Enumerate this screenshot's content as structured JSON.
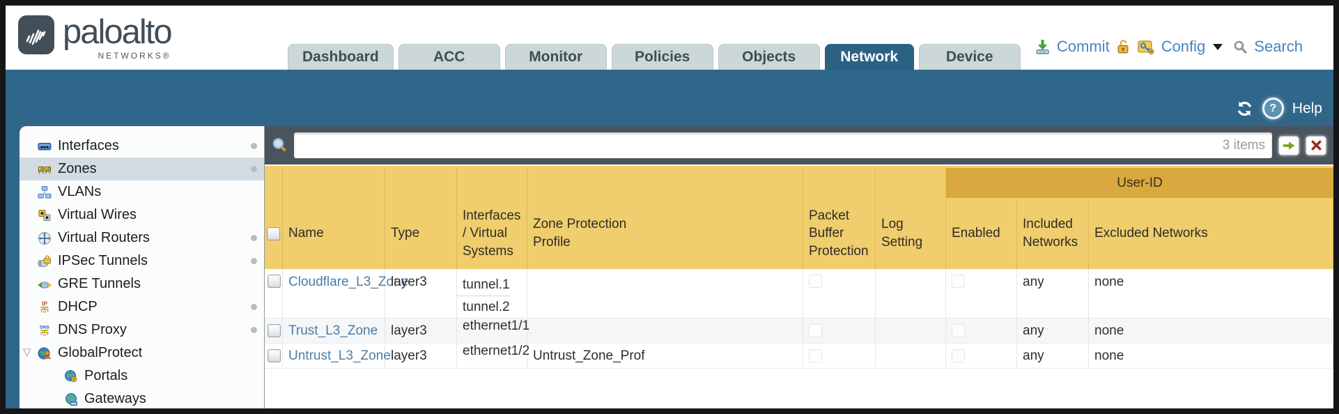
{
  "colors": {
    "teal_band": "#306689",
    "active_tab": "#2b6284",
    "inactive_tab": "#ccd8d8",
    "filter_bar": "#4a545c",
    "table_header_yellow": "#f0cd6d",
    "user_id_orange": "#d9a83e",
    "link_blue": "#4b7da6",
    "action_blue": "#4884c0",
    "logo_slate": "#434f58"
  },
  "header": {
    "brand": "paloalto",
    "brand_sub": "NETWORKS®",
    "tabs": [
      {
        "label": "Dashboard",
        "active": false
      },
      {
        "label": "ACC",
        "active": false
      },
      {
        "label": "Monitor",
        "active": false
      },
      {
        "label": "Policies",
        "active": false
      },
      {
        "label": "Objects",
        "active": false
      },
      {
        "label": "Network",
        "active": true
      },
      {
        "label": "Device",
        "active": false
      }
    ],
    "actions": {
      "commit": "Commit",
      "config": "Config",
      "search": "Search"
    }
  },
  "toolbar": {
    "help_label": "Help"
  },
  "sidebar": {
    "items": [
      {
        "label": "Interfaces",
        "icon": "interfaces-icon",
        "selected": false,
        "dot": true,
        "child": false
      },
      {
        "label": "Zones",
        "icon": "zones-icon",
        "selected": true,
        "dot": true,
        "child": false
      },
      {
        "label": "VLANs",
        "icon": "vlans-icon",
        "selected": false,
        "dot": false,
        "child": false
      },
      {
        "label": "Virtual Wires",
        "icon": "virtual-wires-icon",
        "selected": false,
        "dot": false,
        "child": false
      },
      {
        "label": "Virtual Routers",
        "icon": "virtual-routers-icon",
        "selected": false,
        "dot": true,
        "child": false
      },
      {
        "label": "IPSec Tunnels",
        "icon": "ipsec-tunnels-icon",
        "selected": false,
        "dot": true,
        "child": false
      },
      {
        "label": "GRE Tunnels",
        "icon": "gre-tunnels-icon",
        "selected": false,
        "dot": false,
        "child": false
      },
      {
        "label": "DHCP",
        "icon": "dhcp-icon",
        "selected": false,
        "dot": true,
        "child": false
      },
      {
        "label": "DNS Proxy",
        "icon": "dns-proxy-icon",
        "selected": false,
        "dot": true,
        "child": false
      },
      {
        "label": "GlobalProtect",
        "icon": "globalprotect-icon",
        "selected": false,
        "dot": false,
        "child": false,
        "expanded": true
      },
      {
        "label": "Portals",
        "icon": "portals-icon",
        "selected": false,
        "dot": false,
        "child": true
      },
      {
        "label": "Gateways",
        "icon": "gateways-icon",
        "selected": false,
        "dot": false,
        "child": true
      }
    ]
  },
  "filter": {
    "value": "",
    "count": "3 items"
  },
  "table": {
    "group_header": "User-ID",
    "columns": {
      "name": "Name",
      "type": "Type",
      "interfaces": "Interfaces / Virtual Systems",
      "zone_protection_profile": "Zone Protection Profile",
      "packet_buffer_protection": "Packet Buffer Protection",
      "log_setting": "Log Setting",
      "enabled": "Enabled",
      "included_networks": "Included Networks",
      "excluded_networks": "Excluded Networks"
    },
    "rows": [
      {
        "name": "Cloudflare_L3_Zone",
        "type": "layer3",
        "interfaces": [
          "tunnel.1",
          "tunnel.2"
        ],
        "zone_protection_profile": "",
        "log_setting": "",
        "included_networks": "any",
        "excluded_networks": "none"
      },
      {
        "name": "Trust_L3_Zone",
        "type": "layer3",
        "interfaces": [
          "ethernet1/1"
        ],
        "zone_protection_profile": "",
        "log_setting": "",
        "included_networks": "any",
        "excluded_networks": "none"
      },
      {
        "name": "Untrust_L3_Zone",
        "type": "layer3",
        "interfaces": [
          "ethernet1/2"
        ],
        "zone_protection_profile": "Untrust_Zone_Prof",
        "log_setting": "",
        "included_networks": "any",
        "excluded_networks": "none"
      }
    ]
  }
}
